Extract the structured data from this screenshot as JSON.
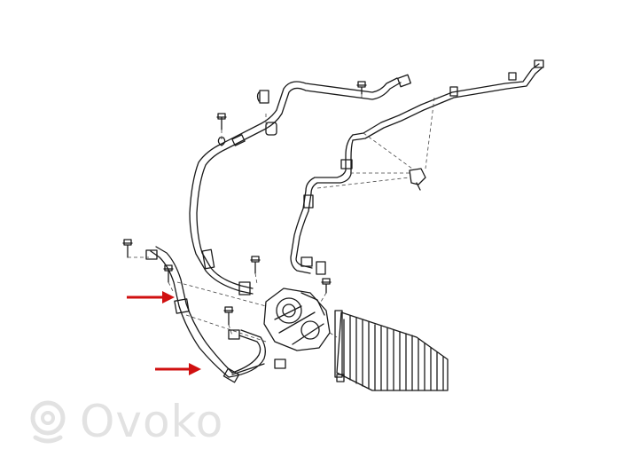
{
  "watermark": {
    "text": "Ovoko",
    "color": "#e2e2e2"
  },
  "colors": {
    "line": "#1a1a1a",
    "arrow": "#d01010",
    "dashed": "#444444"
  },
  "callouts": [
    {
      "name": "callout-arrow-upper-hose",
      "icon": "red-arrow-icon"
    },
    {
      "name": "callout-arrow-lower-hose",
      "icon": "red-arrow-icon"
    }
  ]
}
